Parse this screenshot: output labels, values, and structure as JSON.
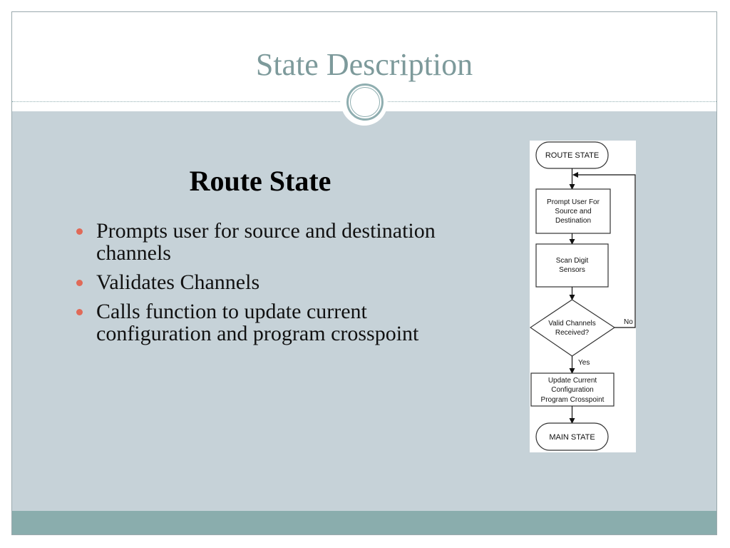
{
  "slide": {
    "title": "State Description",
    "subtitle": "Route State",
    "bullets": [
      "Prompts user for source and destination channels",
      "Validates Channels",
      "Calls function to update current configuration and program crosspoint"
    ]
  },
  "flowchart": {
    "start": "ROUTE STATE",
    "step1": [
      "Prompt User For",
      "Source and",
      "Destination"
    ],
    "step2": [
      "Scan Digit",
      "Sensors"
    ],
    "decision": [
      "Valid Channels",
      "Received?"
    ],
    "no_label": "No",
    "yes_label": "Yes",
    "step3": [
      "Update Current",
      "Configuration",
      "Program Crosspoint"
    ],
    "end": "MAIN STATE"
  },
  "colors": {
    "title": "#7d9a9b",
    "content_background": "#c6d2d8",
    "footer": "#8aadad",
    "bullet": "#e06a58"
  }
}
